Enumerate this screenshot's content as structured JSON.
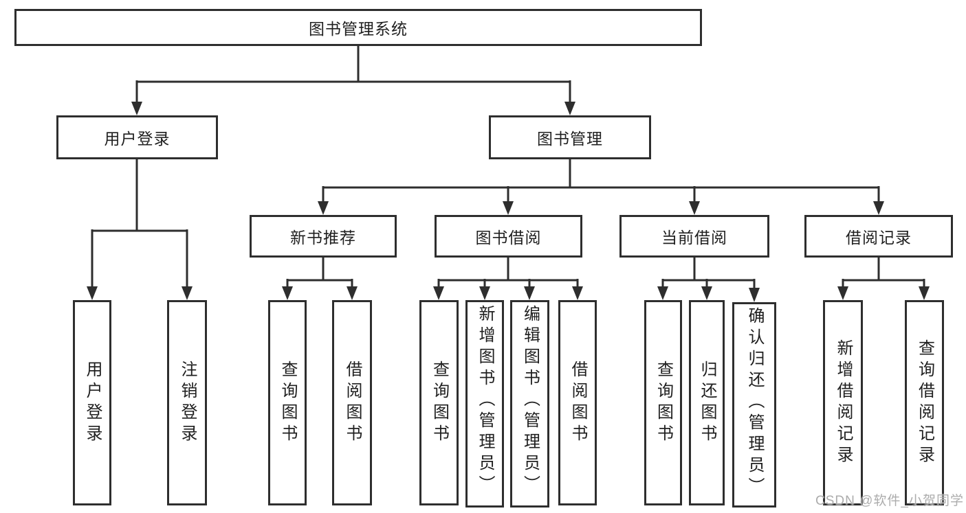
{
  "diagram": {
    "root": {
      "label": "图书管理系统"
    },
    "level2": {
      "user_login": {
        "label": "用户登录"
      },
      "book_mgmt": {
        "label": "图书管理"
      }
    },
    "level3": {
      "new_book_rec": {
        "label": "新书推荐"
      },
      "book_borrow": {
        "label": "图书借阅"
      },
      "current_borrow": {
        "label": "当前借阅"
      },
      "borrow_record": {
        "label": "借阅记录"
      }
    },
    "leaves": {
      "user_login_leaf": {
        "label": "用户登录"
      },
      "logout": {
        "label": "注销登录"
      },
      "query_book_1": {
        "label": "查询图书"
      },
      "borrow_book_1": {
        "label": "借阅图书"
      },
      "query_book_2": {
        "label": "查询图书"
      },
      "add_book": {
        "label": "新增图书（管理员）"
      },
      "edit_book": {
        "label": "编辑图书（管理员）"
      },
      "borrow_book_2": {
        "label": "借阅图书"
      },
      "query_book_3": {
        "label": "查询图书"
      },
      "return_book": {
        "label": "归还图书"
      },
      "confirm_return": {
        "label": "确认归还（管理员）"
      },
      "add_borrow_record": {
        "label": "新增借阅记录"
      },
      "query_borrow_record": {
        "label": "查询借阅记录"
      }
    },
    "watermark": "CSDN @软件_小贺同学",
    "colors": {
      "line": "#2e2e2e",
      "text": "#1f1f1f",
      "background": "#ffffff",
      "watermark": "#a8a8a8"
    }
  }
}
